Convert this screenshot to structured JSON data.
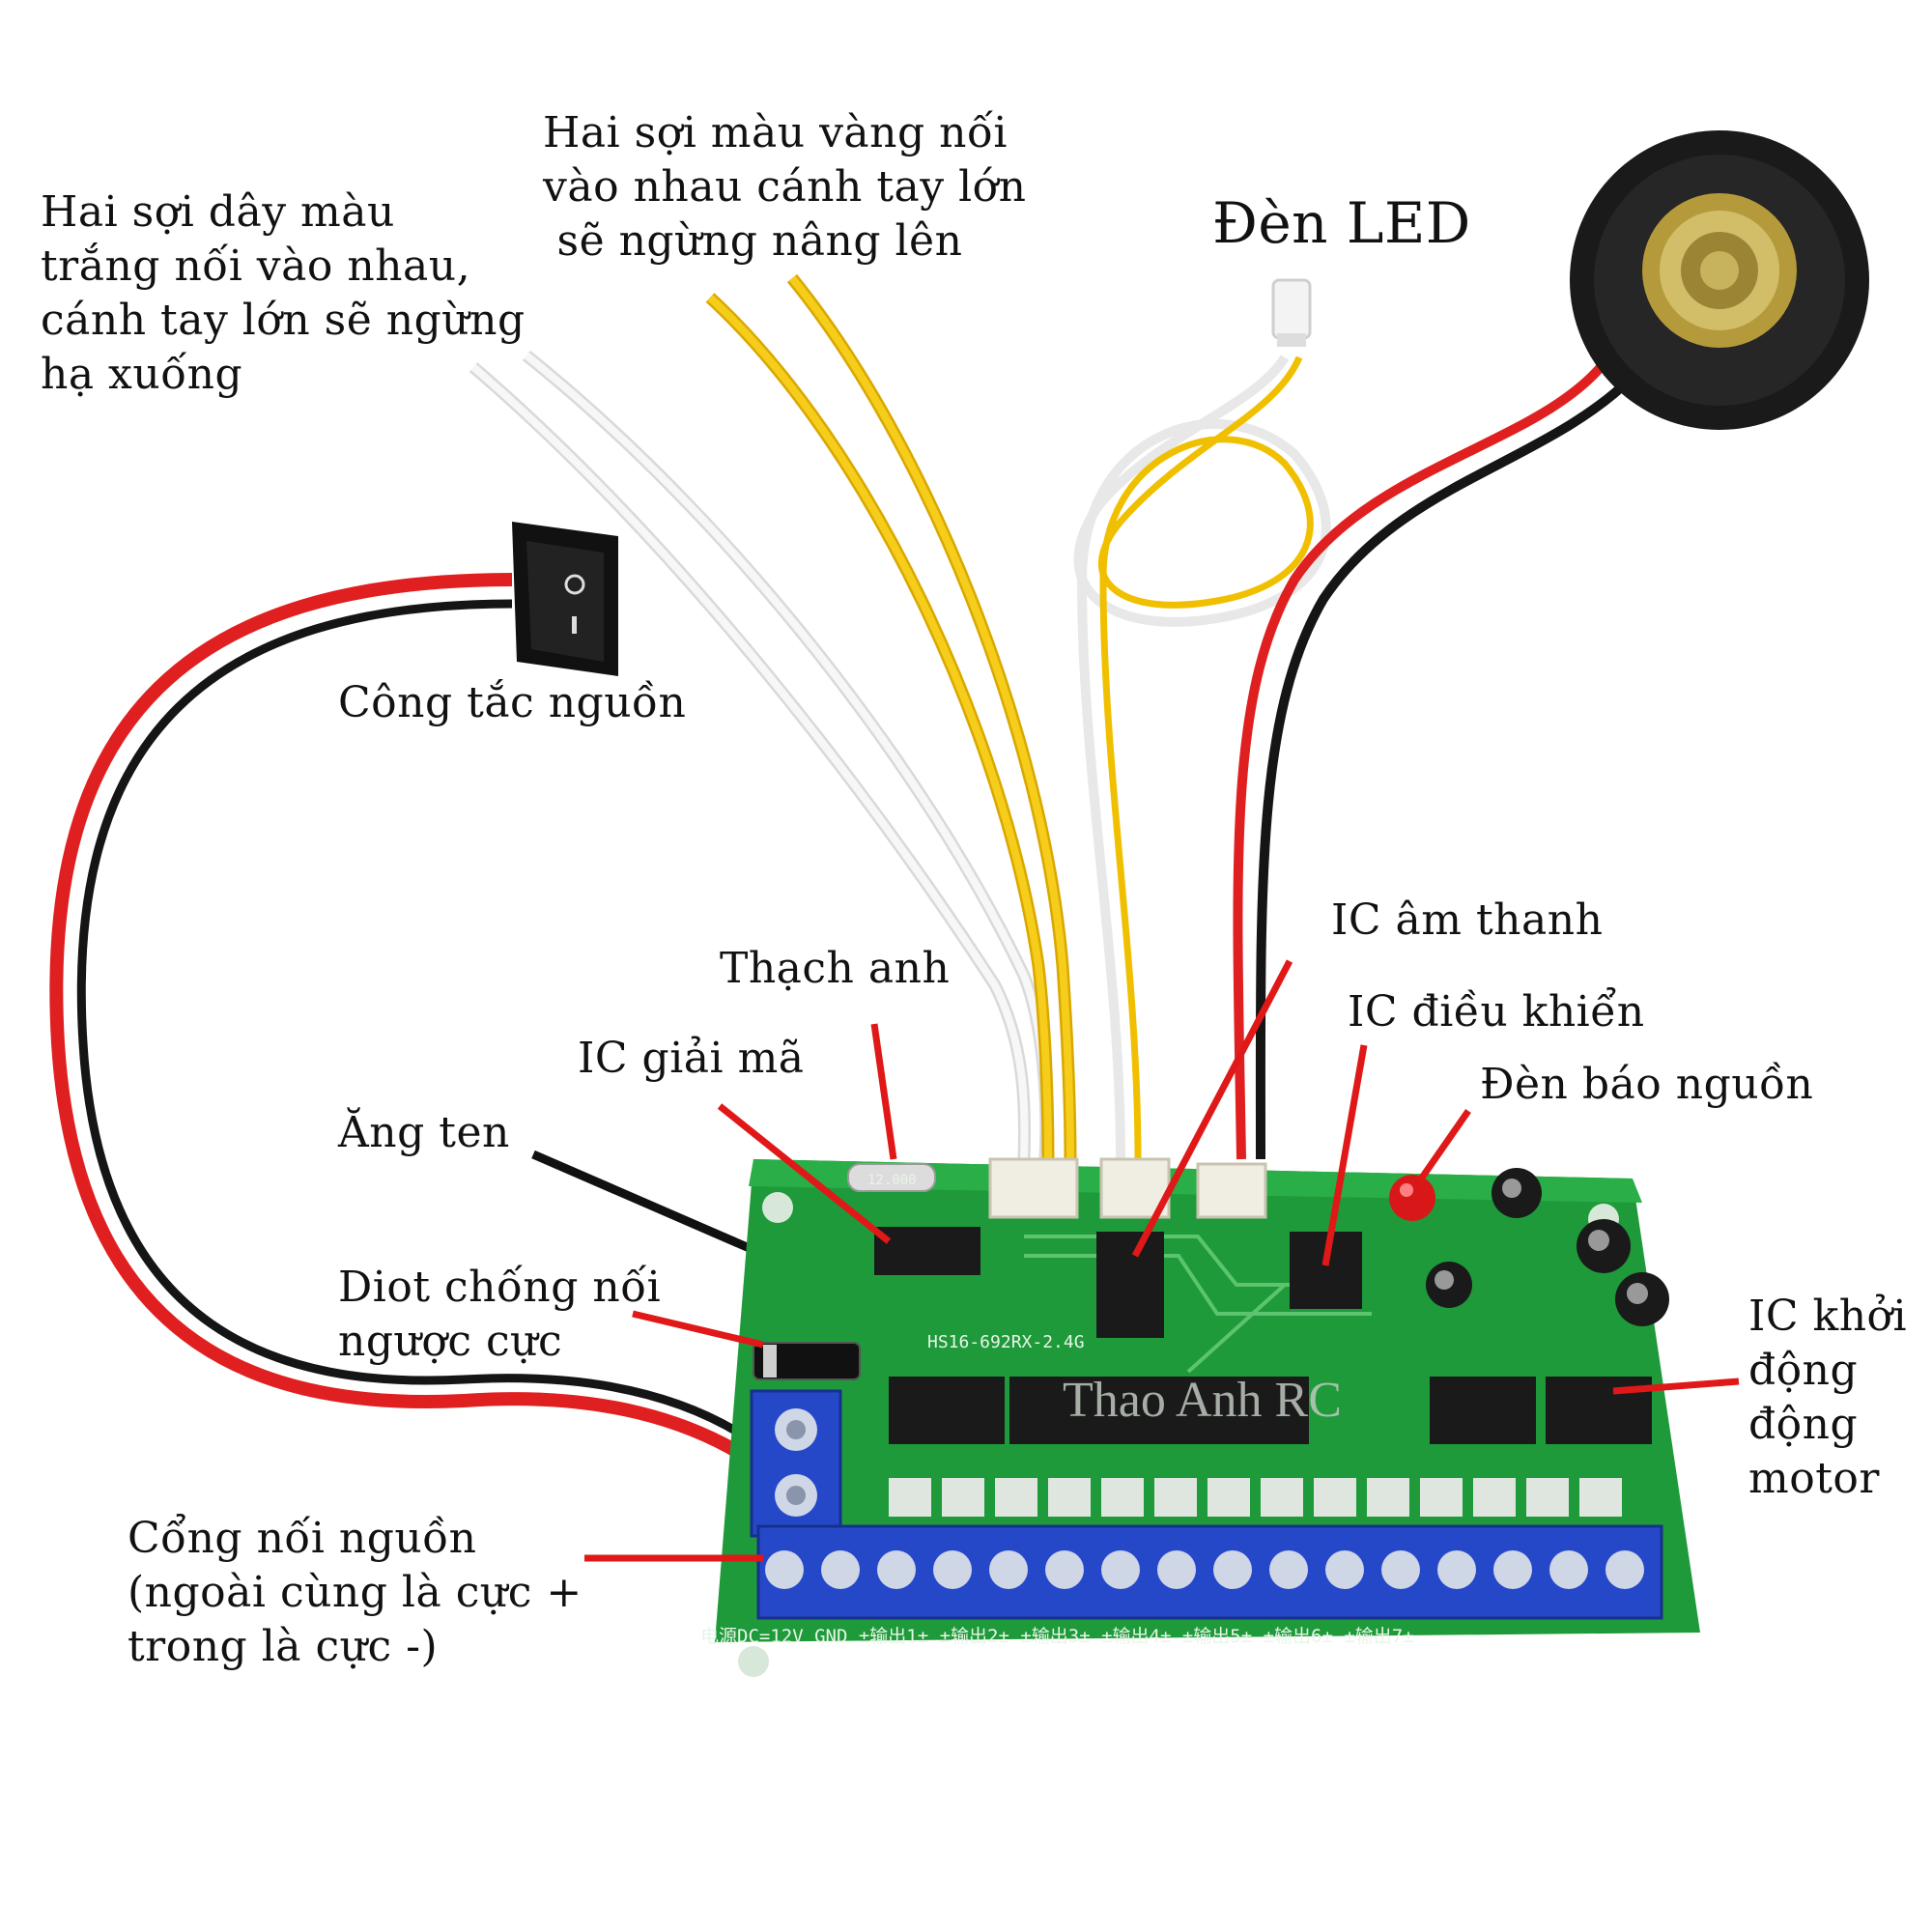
{
  "labels": {
    "white_wires": [
      "Hai sợi dây màu",
      "trắng nối vào nhau,",
      "cánh tay lớn sẽ ngừng",
      "hạ xuống"
    ],
    "yellow_wires": [
      "Hai sợi màu vàng nối",
      "vào nhau cánh tay lớn",
      " sẽ ngừng nâng lên"
    ],
    "led": "Đèn LED",
    "switch": "Công tắc nguồn",
    "crystal": "Thạch anh",
    "sound_ic": "IC âm thanh",
    "decoder_ic": "IC giải mã",
    "control_ic": "IC điều khiển",
    "power_led": "Đèn báo nguồn",
    "antenna": "Ăng ten",
    "diode": [
      "Diot chống nối",
      "ngược cực"
    ],
    "motor_ic": [
      "IC khởi",
      "động",
      "động",
      "motor"
    ],
    "power_port": [
      "Cổng nối nguồn",
      "(ngoài cùng là cực +",
      "trong là cực -)"
    ]
  },
  "watermark": "Thao Anh RC",
  "board": {
    "model": "HS16-692RX-2.4G",
    "crystal_marking": "12.000",
    "terminal_strip": "电源DC=12V GND ±输出1± ±输出2± ±输出3± ±输出4± ±输出5± ±输出6± ±输出7±"
  },
  "colors": {
    "pcb": "#1e9a3a",
    "terminal": "#2448c8",
    "leader": "#e01818",
    "wire_red": "#e02020",
    "wire_black": "#151515",
    "wire_white": "#f2f2f2",
    "wire_yellow": "#f2c400"
  }
}
